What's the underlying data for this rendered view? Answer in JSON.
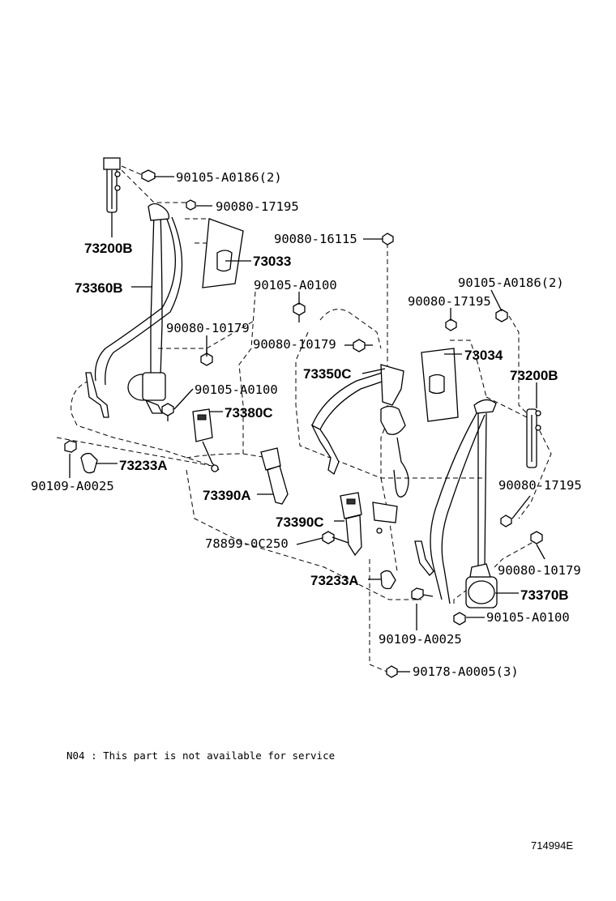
{
  "labels": {
    "p90105_a0186_2_left": "90105-A0186(2)",
    "p90080_17195_left": "90080-17195",
    "p73200b_left": "73200B",
    "p73033": "73033",
    "p73360b": "73360B",
    "p90080_16115": "90080-16115",
    "p90105_a0100_top": "90105-A0100",
    "p90080_10179_left": "90080-10179",
    "p90080_10179_mid": "90080-10179",
    "p90105_a0186_2_right": "90105-A0186(2)",
    "p90080_17195_mid": "90080-17195",
    "p73034": "73034",
    "p73350c": "73350C",
    "p73200b_right": "73200B",
    "p90105_a0100_left": "90105-A0100",
    "p73380c": "73380C",
    "p73233a_left": "73233A",
    "p90109_a0025_left": "90109-A0025",
    "p73390a": "73390A",
    "p90080_17195_right": "90080-17195",
    "p73390c": "73390C",
    "p78899_0c250": "78899-0C250",
    "p90080_10179_right": "90080-10179",
    "p73233a_right": "73233A",
    "p73370b": "73370B",
    "p90105_a0100_right": "90105-A0100",
    "p90109_a0025_right": "90109-A0025",
    "p90178_a0005_3": "90178-A0005(3)"
  },
  "note": "N04 : This part is not available for service",
  "reference": "714994E"
}
